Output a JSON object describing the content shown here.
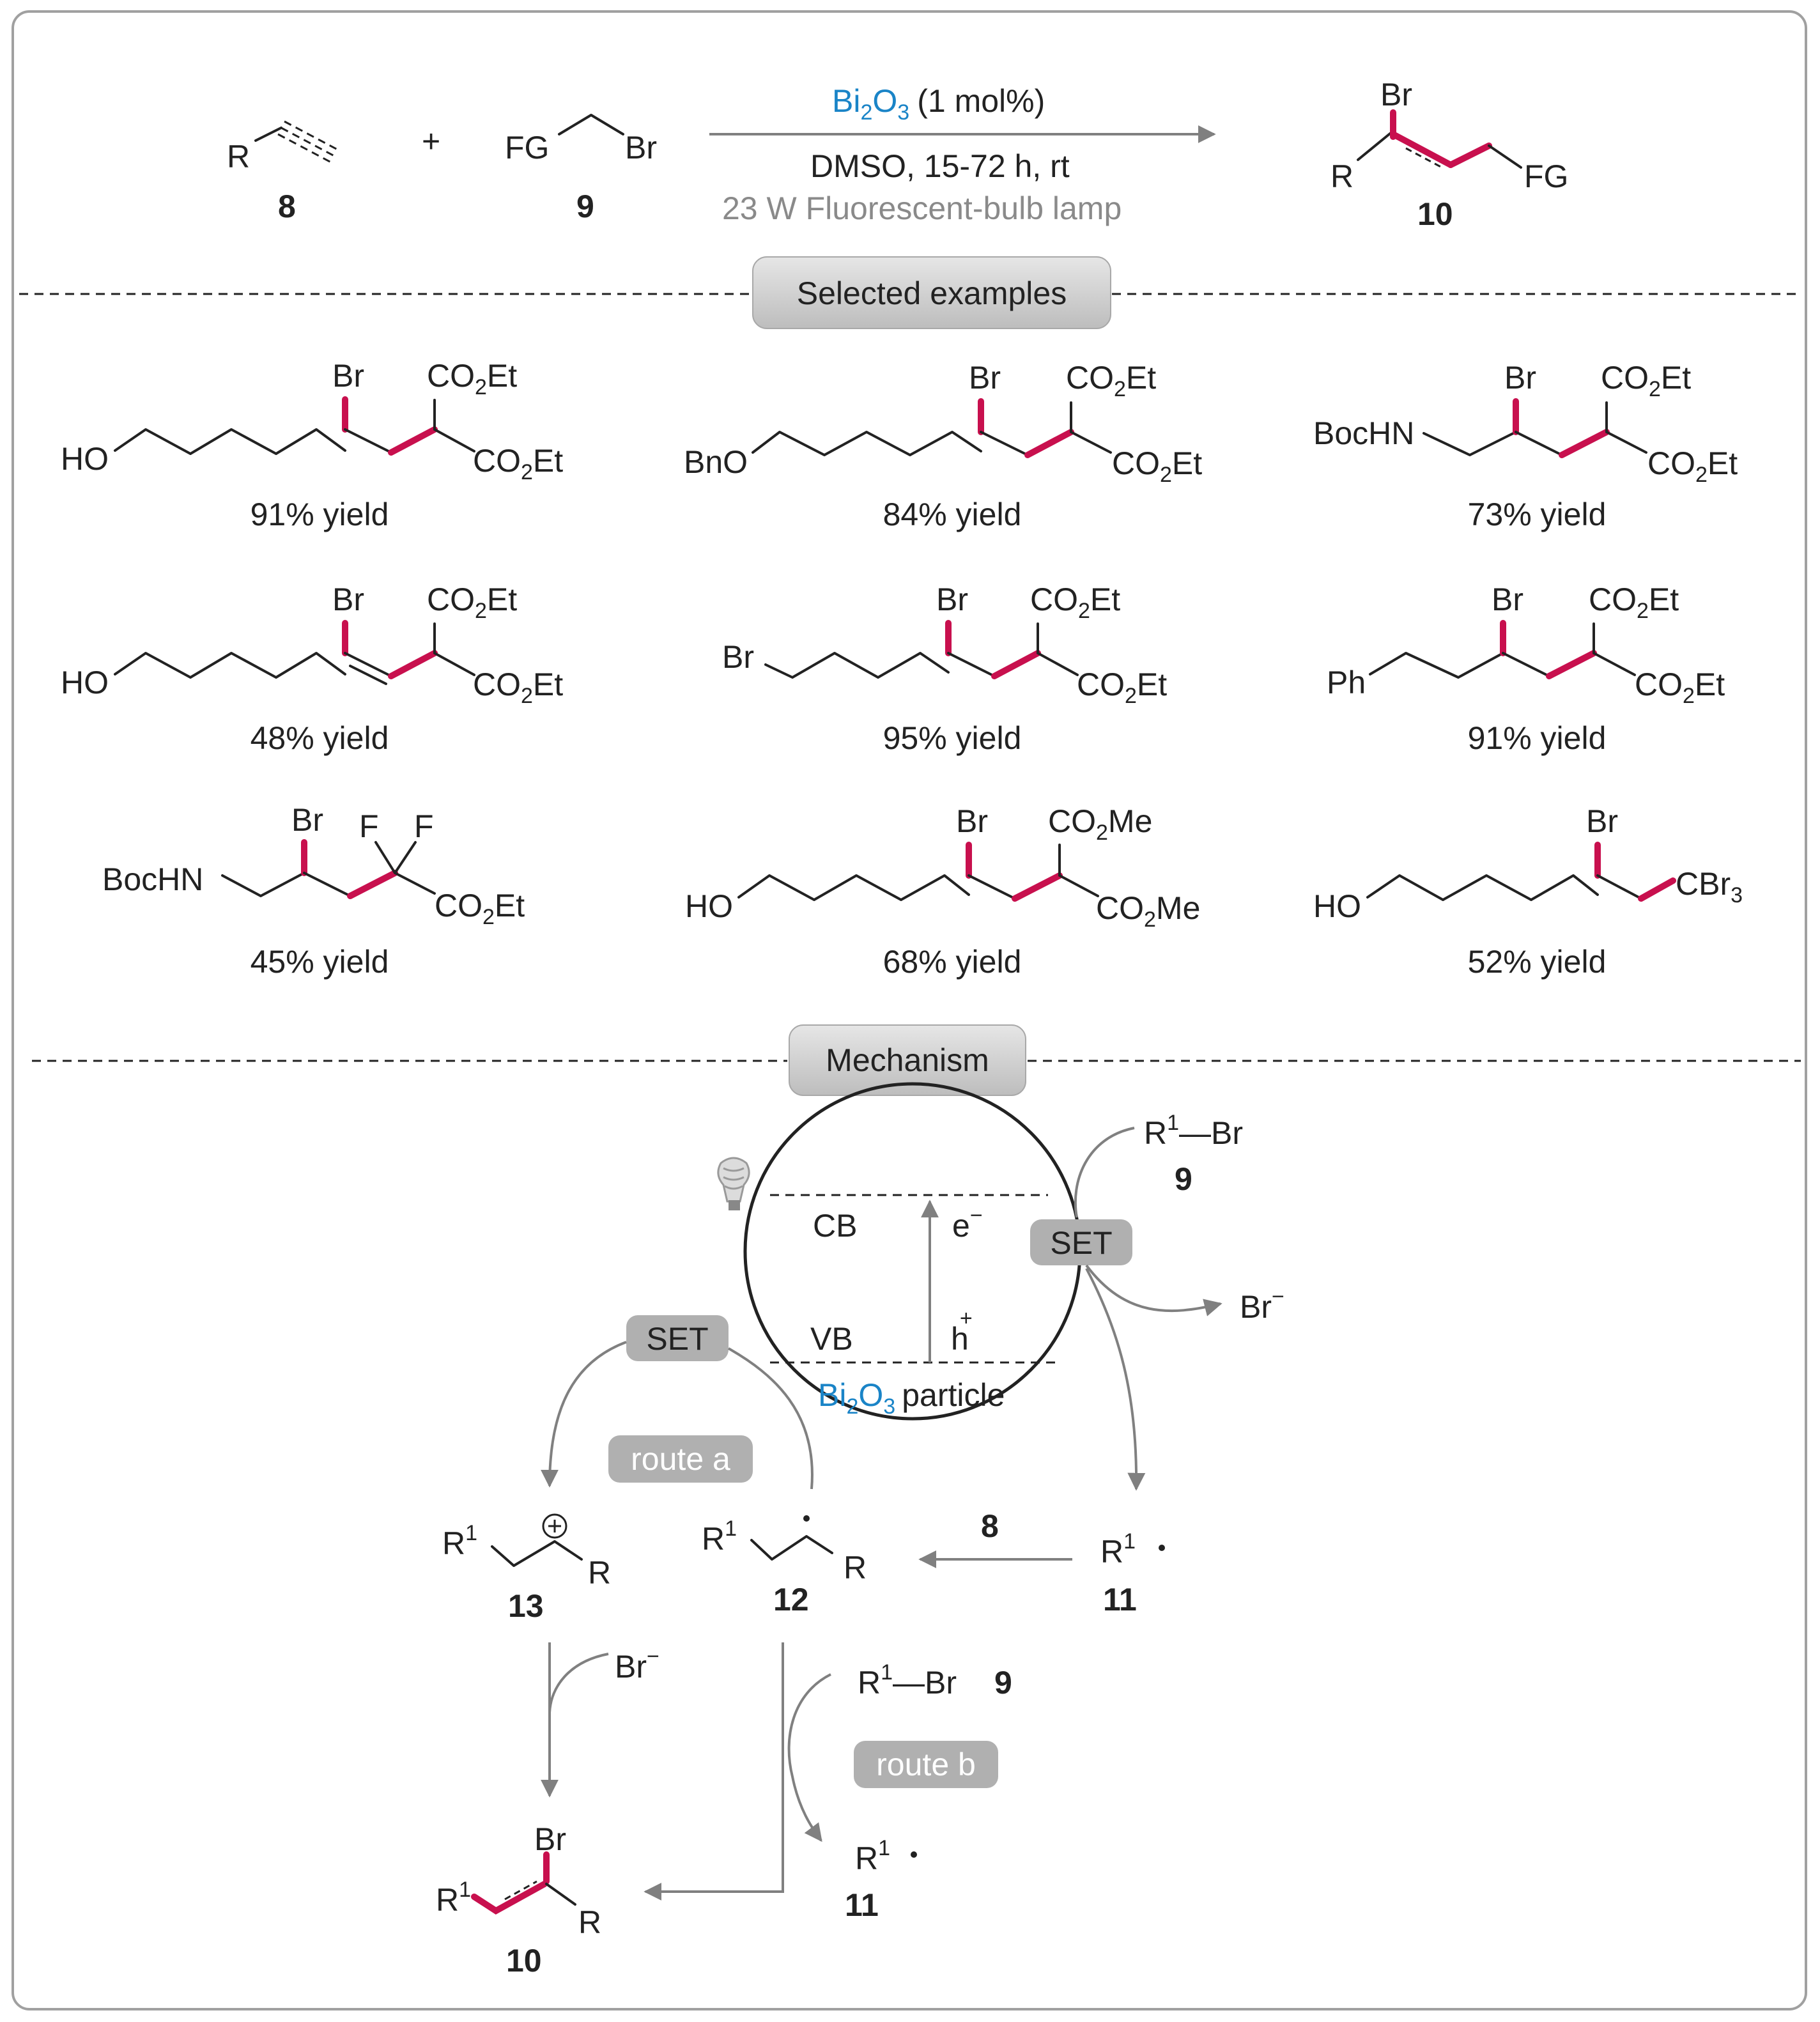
{
  "reaction": {
    "reagent_8_label": "8",
    "reagent_9_label": "9",
    "product_label": "10",
    "plus": "+",
    "R": "R",
    "FG": "FG",
    "Br": "Br",
    "catalyst_main": "Bi",
    "catalyst_sub1": "2",
    "catalyst_mid": "O",
    "catalyst_sub2": "3",
    "catalyst_loading": "(1 mol%)",
    "conditions": "DMSO, 15-72 h, rt",
    "light": "23 W Fluorescent-bulb lamp"
  },
  "sections": {
    "examples": "Selected examples",
    "mechanism": "Mechanism"
  },
  "examples": [
    {
      "yield": "91% yield",
      "left": "HO"
    },
    {
      "yield": "84% yield",
      "left": "BnO"
    },
    {
      "yield": "73% yield",
      "left": "BocHN"
    },
    {
      "yield": "48% yield",
      "left": "HO"
    },
    {
      "yield": "95% yield",
      "left": "Br"
    },
    {
      "yield": "91% yield",
      "left": "Ph"
    },
    {
      "yield": "45% yield",
      "left": "BocHN"
    },
    {
      "yield": "68% yield",
      "left": "HO"
    },
    {
      "yield": "52% yield",
      "left": "HO"
    }
  ],
  "groups": {
    "co2et": "CO",
    "co2et_tail": "Et",
    "co2me_tail": "Me",
    "two": "2",
    "F": "F",
    "cbr": "CBr",
    "three": "3"
  },
  "mechanism": {
    "CB": "CB",
    "VB": "VB",
    "e": "e",
    "minus": "−",
    "h": "h",
    "plus": "+",
    "SET": "SET",
    "particle": "particle",
    "Br_minus": "Br",
    "R1": "R",
    "one": "1",
    "bond_br": "—Br",
    "route_a": "route a",
    "route_b": "route b",
    "label_8": "8",
    "label_9": "9",
    "label_10": "10",
    "label_11": "11",
    "label_12": "12",
    "label_13": "13"
  },
  "colors": {
    "highlight": "#c8104e",
    "catalyst_blue": "#1a84c7",
    "arrow_gray": "#808080",
    "pill_gray": "#b0b0b0"
  }
}
